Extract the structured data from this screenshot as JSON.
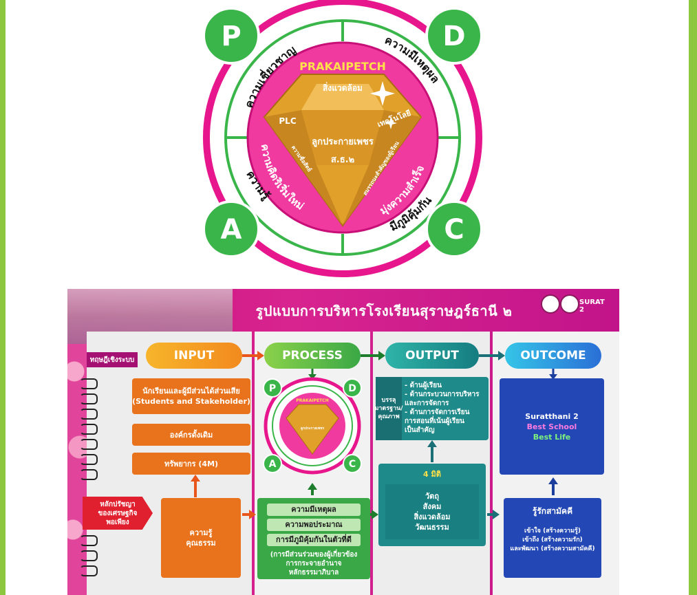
{
  "diagram": {
    "quadrant_letters": [
      "P",
      "D",
      "A",
      "C"
    ],
    "outer_labels": {
      "top_left": "ความเชี่ยวชาญ",
      "top_right": "ความมีเหตุผล",
      "bottom_left": "ความรู้",
      "bottom_right": "มีภูมิคุ้มกัน"
    },
    "inner_labels": {
      "brand": "PRAKAIPETCH",
      "left": "ความคิดริเริ่มใหม่",
      "right": "มุ่งความสำเร็จ"
    },
    "diamond": {
      "top": "สิ่งแวดล้อม",
      "left": "PLC",
      "right": "เทคโนโลยี",
      "center_line1": "ลูกประกายเพชร",
      "center_line2": "ส.ธ.๒",
      "bottom_left": "ความซื่อสัตย์",
      "bottom_right": "สมรรถนะสำคัญของผู้เรียน"
    }
  },
  "board": {
    "title": "รูปแบบการบริหารโรงเรียนสุราษฎร์ธานี ๒",
    "side_tag_theory": "ทฤษฎีเชิงระบบ",
    "side_tag_philosophy": "หลักปรัชญา\nของเศรษฐกิจ\nพอเพียง",
    "headers": {
      "input": "INPUT",
      "process": "PROCESS",
      "output": "OUTPUT",
      "outcome": "OUTCOME"
    },
    "input": {
      "box1": "นักเรียนและผู้มีส่วนได้ส่วนเสีย\n(Students and Stakeholder)",
      "box2": "องค์กรดั้งเดิม",
      "box3": "ทรัพยากร (4M)",
      "box4": "ความรู้\nคุณธรรม"
    },
    "process": {
      "pills": [
        "ความมีเหตุผล",
        "ความพอประมาณ",
        "การมีภูมิคุ้มกันในตัวที่ดี"
      ],
      "note": "(การมีส่วนร่วมของผู้เกี่ยวข้อง\nการกระจายอำนาจ\nหลักธรรมาภิบาล"
    },
    "output": {
      "side_label": "บรรลุ\nมาตรฐาน/\nคุณภาพ",
      "items": "- ด้านผู้เรียน\n- ด้านกระบวนการบริหาร\n  และการจัดการ\n- ด้านการจัดการเรียน\n  การสอนที่เน้นผู้เรียน\n  เป็นสำคัญ",
      "dim_title": "4 มิติ",
      "dims": "วัตถุ\nสังคม\nสิ่งแวดล้อม\nวัฒนธรรม"
    },
    "outcome": {
      "line1": "Suratthani 2",
      "line2": "Best School",
      "line3": "Best Life",
      "unity_title": "รู้รักสามัคคี",
      "unity_items": "เข้าใจ (สร้างความรู้)\nเข้าถึง (สร้างความรัก)\nและพัฒนา (สร้างความสามัคคี)"
    },
    "logo_text": "SURAT 2"
  },
  "colors": {
    "frame_green": "#8dc63f",
    "magenta": "#e7168c",
    "pink": "#f13aa0",
    "ring_green": "#3ab54a",
    "diamond_gold": "#e0a02a",
    "orange": "#e8731c",
    "teal": "#1f8a8a",
    "blue": "#2348b5"
  }
}
